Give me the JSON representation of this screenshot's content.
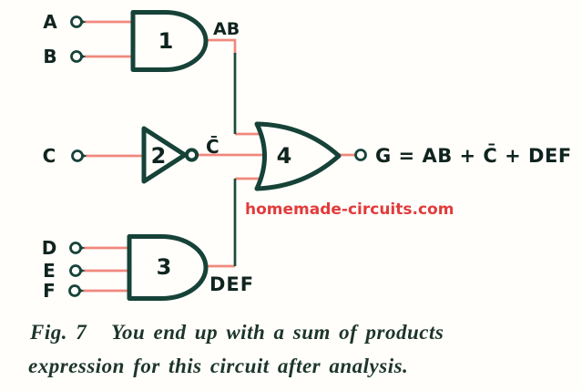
{
  "diagram": {
    "inputs": {
      "a": "A",
      "b": "B",
      "c": "C",
      "d": "D",
      "e": "E",
      "f": "F"
    },
    "gates": [
      {
        "number": "1",
        "type": "AND",
        "inputs": [
          "A",
          "B"
        ],
        "output": "AB"
      },
      {
        "number": "2",
        "type": "NOT",
        "inputs": [
          "C"
        ],
        "output": "C̄"
      },
      {
        "number": "3",
        "type": "AND",
        "inputs": [
          "D",
          "E",
          "F"
        ],
        "output": "DEF"
      },
      {
        "number": "4",
        "type": "OR",
        "inputs": [
          "AB",
          "C̄",
          "DEF"
        ],
        "output": "G"
      }
    ],
    "labels": {
      "ab": "AB",
      "cbar": "C̄",
      "def": "DEF",
      "formula": "G = AB + C̄ + DEF"
    },
    "watermark": "homemade-circuits.com",
    "colors": {
      "gate_outline": "#164237",
      "wire": "#f0897e",
      "wire_vertical": "#1c4a3d",
      "label_text": "#10241f",
      "watermark_red": "#e23b3b",
      "caption_text": "#1d352c"
    }
  },
  "caption": {
    "fig": "Fig. 7",
    "line1": "You end up with a sum of products",
    "line2": "expression for this circuit after analysis."
  }
}
